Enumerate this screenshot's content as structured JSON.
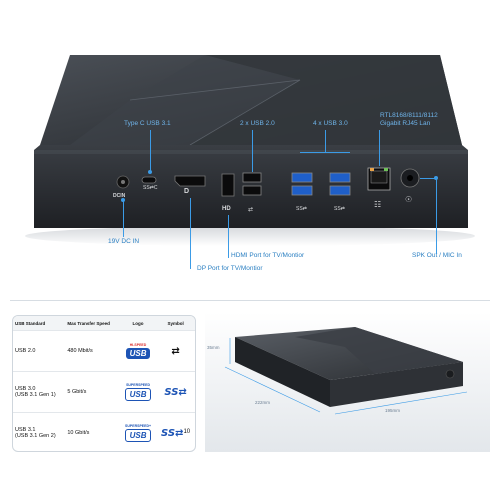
{
  "top_callouts": {
    "type_c": "Type C USB 3.1",
    "usb20": "2 x USB 2.0",
    "usb30": "4 x USB 3.0",
    "lan_line1": "RTL8168/8111/8112",
    "lan_line2": "Gigabit RJ45 Lan",
    "dcin": "19V DC IN",
    "hdmi": "HDMI Port for TV/Montior",
    "dp": "DP Port for TV/Montior",
    "spk": "SPK Out / MIC In"
  },
  "panel_labels": {
    "dcin": "DCIN",
    "ssc": "SS⇄C",
    "hd": "HD",
    "ss_usb": "SS⇄"
  },
  "table": {
    "headers": [
      "USB Standard",
      "Max Transfer Speed",
      "Logo",
      "Symbol"
    ],
    "rows": [
      {
        "standard": "USB 2.0",
        "speed": "480 Mbit/s",
        "logo_caption": "HI-SPEED",
        "logo_text": "USB",
        "symbol": "⇄"
      },
      {
        "standard": "USB 3.0\n(USB 3.1 Gen 1)",
        "speed": "5 Gbit/s",
        "logo_caption": "SUPERSPEED",
        "logo_text": "USB",
        "symbol": "SS⇄"
      },
      {
        "standard": "USB 3.1\n(USB 3.1 Gen 2)",
        "speed": "10 Gbit/s",
        "logo_caption": "SUPERSPEED+",
        "logo_text": "USB",
        "symbol": "SS⇄",
        "symbol_sup": "10"
      }
    ]
  },
  "dimensions": {
    "height": "35mm",
    "depth": "222mm",
    "width": "195mm"
  },
  "colors": {
    "accent": "#3b9be6",
    "usb_blue": "#1d54b5",
    "device": "#2b2e33",
    "floor": "#eaedf0"
  }
}
